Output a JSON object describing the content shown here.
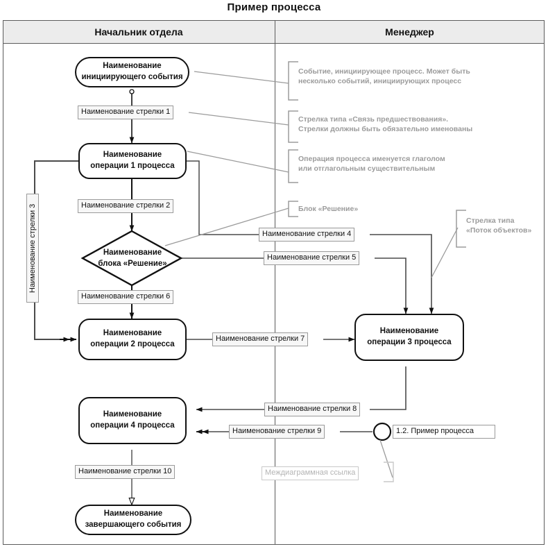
{
  "title": "Пример процесса",
  "lanes": [
    {
      "name": "Начальник отдела"
    },
    {
      "name": "Менеджер"
    }
  ],
  "nodes": {
    "start_event": "Наименование\nинициирующего события",
    "op1": "Наименование\nоперации 1 процесса",
    "decision": "Наименование\nблока «Решение»",
    "op2": "Наименование\nоперации 2 процесса",
    "op3": "Наименование\nоперации 3 процесса",
    "op4": "Наименование\nоперации 4 процесса",
    "end_event": "Наименование\nзавершающего события",
    "offpage_ref": "1.2. Пример процесса"
  },
  "arrow_labels": {
    "a1": "Наименование стрелки 1",
    "a2": "Наименование стрелки 2",
    "a3": "Наименование стрелки 3",
    "a4": "Наименование стрелки 4",
    "a5": "Наименование стрелки 5",
    "a6": "Наименование стрелки 6",
    "a7": "Наименование стрелки 7",
    "a8": "Наименование стрелки 8",
    "a9": "Наименование стрелки 9",
    "a10": "Наименование стрелки 10"
  },
  "notes": {
    "n1": "Событие, инициирующее процесс. Может быть\nнесколько событий, инициирующих процесс",
    "n2": "Стрелка типа «Связь предшествования».\nСтрелки должны быть обязательно именованы",
    "n3": "Операция процесса именуется глаголом\nили отглагольным существительным",
    "n4": "Блок «Решение»",
    "n5": "Стрелка типа\n«Поток объектов»",
    "n6": "Междиаграммная ссылка"
  },
  "colors": {
    "stroke": "#111111",
    "lane_header_bg": "#ececec",
    "frame": "#5b5b5b",
    "note_text": "#9b9b9b",
    "label_bg": "#f7f7f7"
  }
}
